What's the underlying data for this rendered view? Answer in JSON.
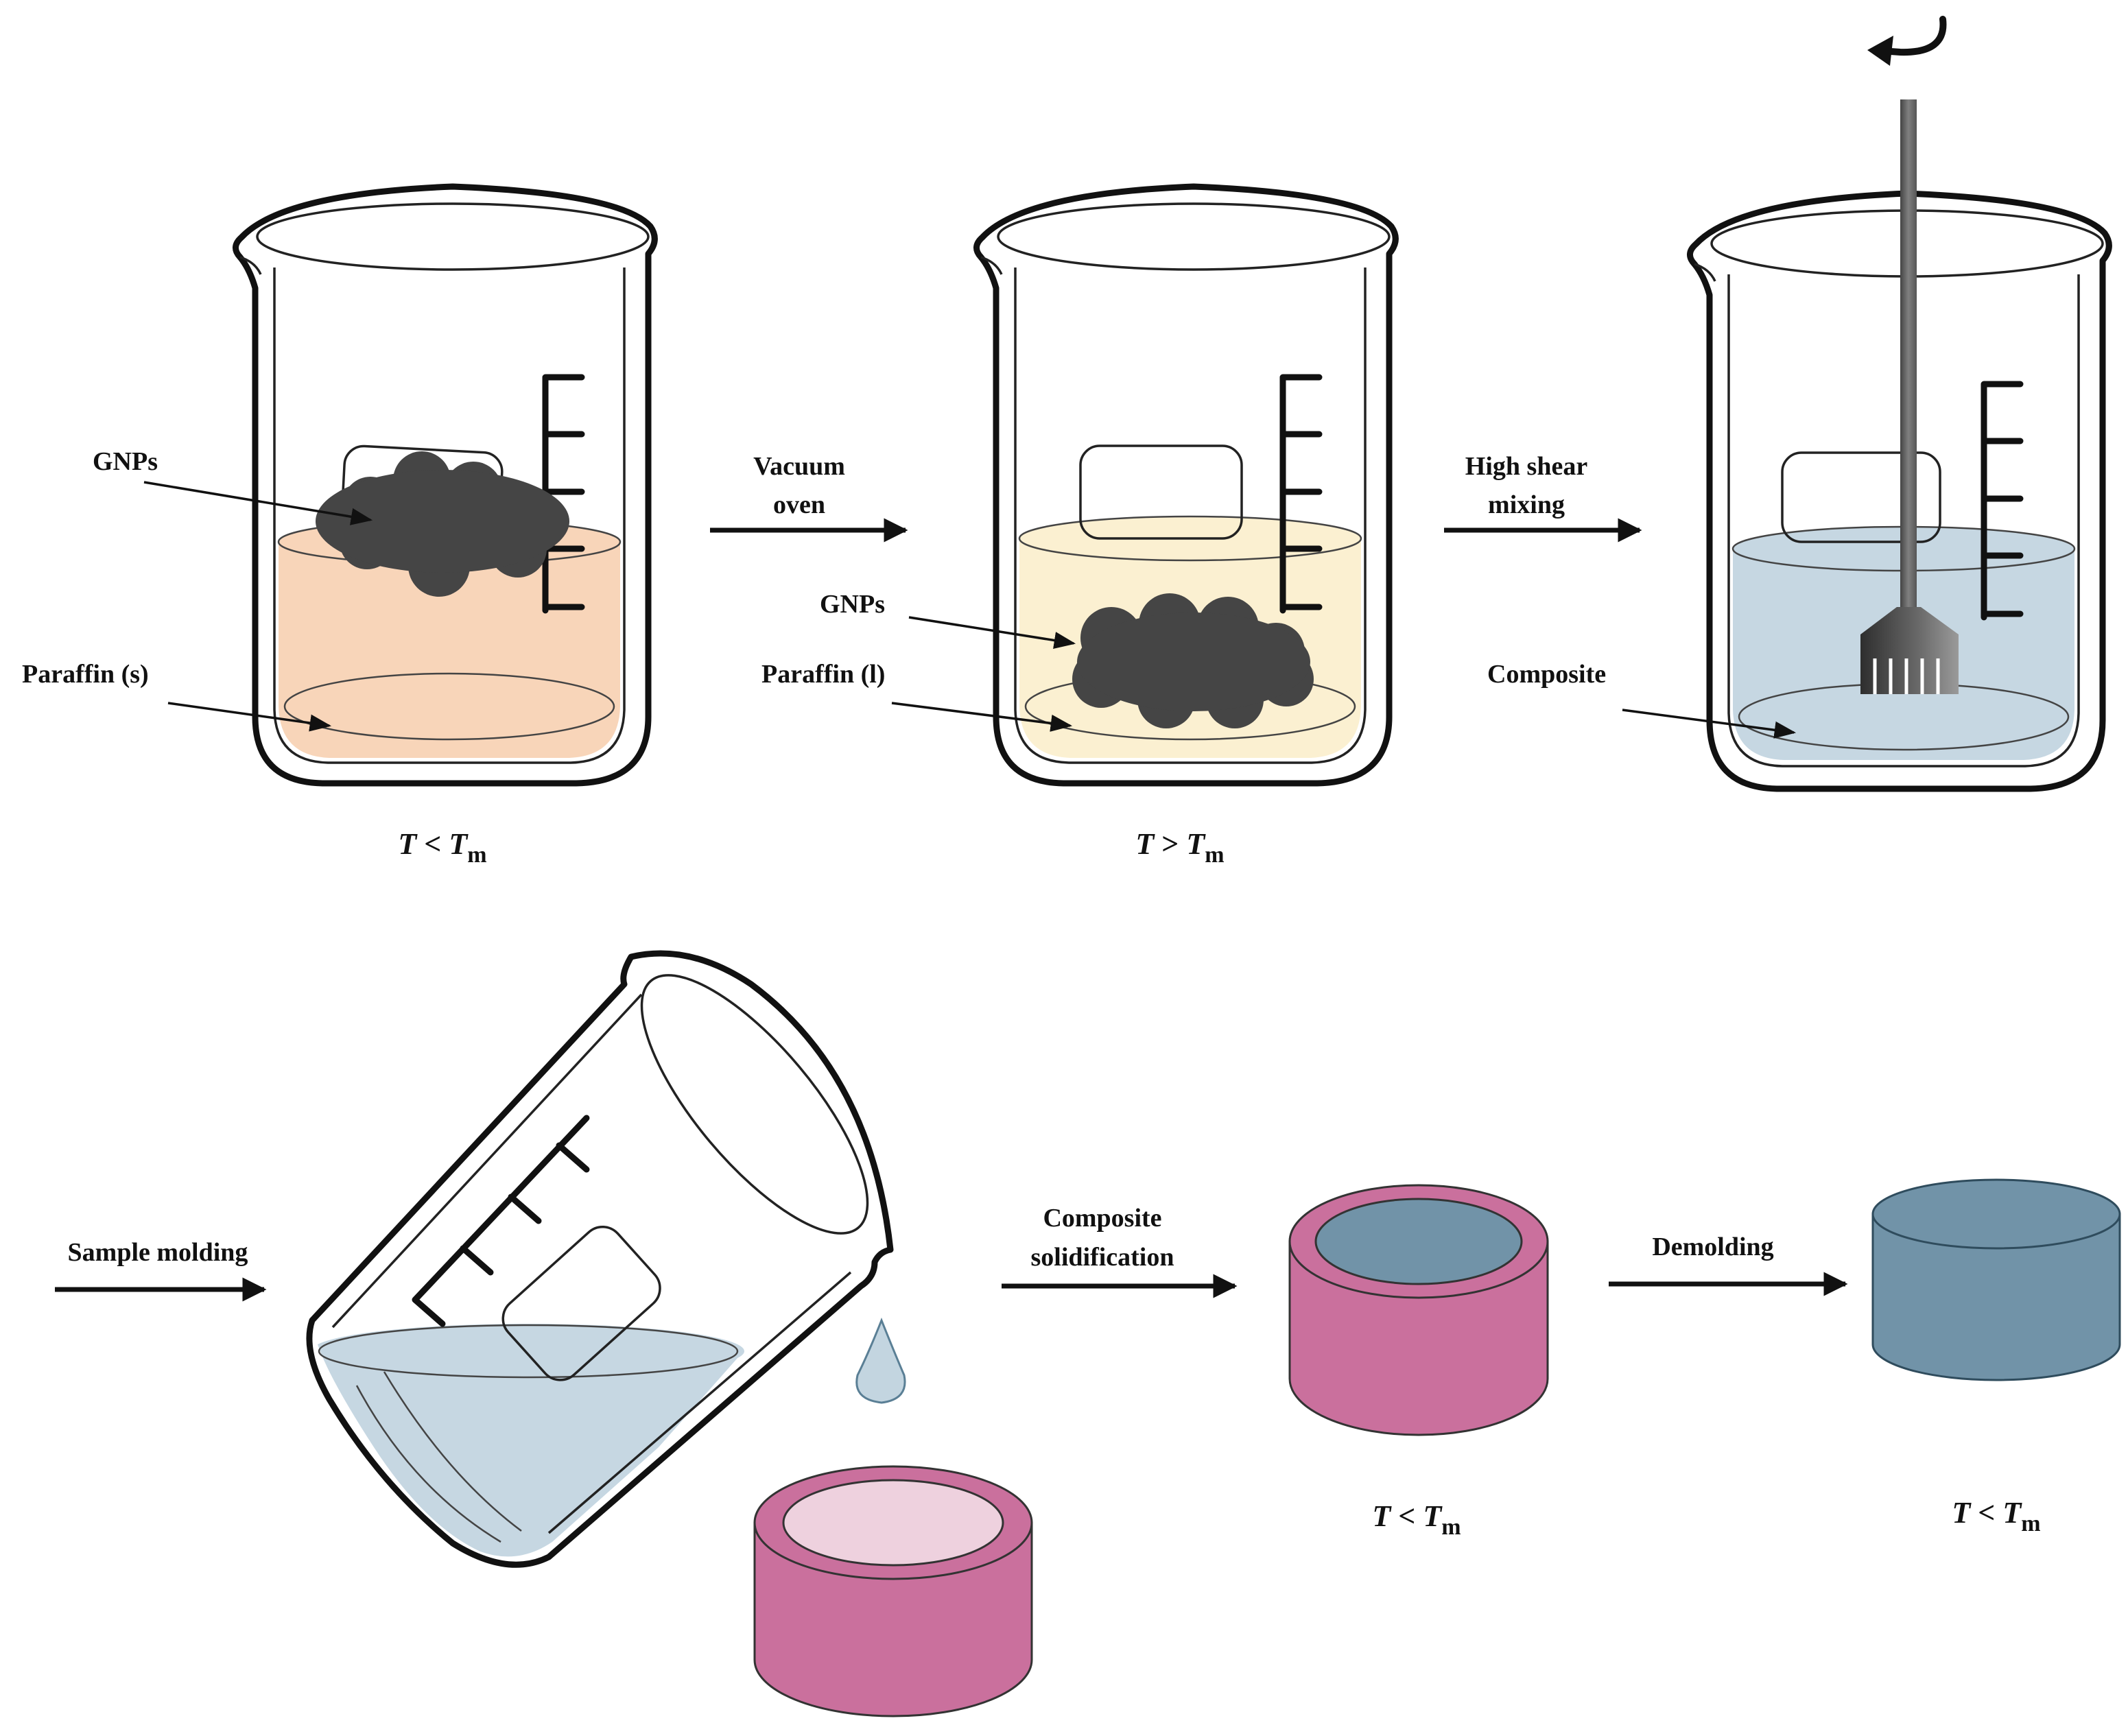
{
  "colors": {
    "paraffin_solid": "#f8d3b5",
    "paraffin_liquid": "#fbefcf",
    "composite": "#c3d5e0",
    "gnp": "#454545",
    "mold": "#ca709d",
    "mold_inner": "#eed1de",
    "solid_composite": "#7193a8"
  },
  "steps": [
    {
      "liquid_label": "Paraffin (s)",
      "particle_label": "GNPs",
      "temperature": {
        "var": "T",
        "op": " < ",
        "sub": "m"
      }
    },
    {
      "liquid_label": "Paraffin (l)",
      "particle_label": "GNPs",
      "temperature": {
        "var": "T",
        "op": " > ",
        "sub": "m"
      }
    },
    {
      "liquid_label": "Composite"
    },
    {
      "temperature": {
        "var": "T",
        "op": " < ",
        "sub": "m"
      }
    },
    {
      "temperature": {
        "var": "T",
        "op": " < ",
        "sub": "m"
      }
    }
  ],
  "arrows": {
    "vacuum_oven": [
      "Vacuum",
      "oven"
    ],
    "high_shear_mixing": [
      "High shear",
      "mixing"
    ],
    "sample_molding": [
      "Sample molding"
    ],
    "composite_solidification": [
      "Composite",
      "solidification"
    ],
    "demolding": [
      "Demolding"
    ]
  },
  "icons": {
    "rotation": "curved-arrow-icon",
    "stirrer": "stirrer-icon",
    "droplet": "droplet-icon"
  }
}
